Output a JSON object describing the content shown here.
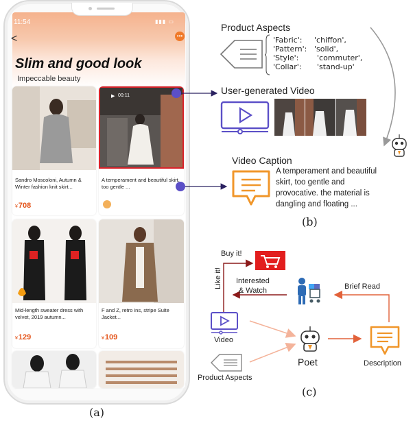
{
  "phone": {
    "status_time": "11:54",
    "title": "Slim and good look",
    "subtitle": "Impeccable beauty",
    "video_badge": "00:11",
    "cards": [
      {
        "caption": "Sandro Moscoloni, Autumn & Winter fashion knit skirt...",
        "price": "708",
        "currency": "¥"
      },
      {
        "caption": "A temperament and beautiful skirt, too gentle ...",
        "price": "",
        "currency": ""
      },
      {
        "caption": "Mid-length sweater dress with velvet, 2019 autumn...",
        "price": "129",
        "currency": "¥"
      },
      {
        "caption": "F and Z, retro ins, stripe Suite Jacket...",
        "price": "109",
        "currency": "¥"
      },
      {
        "caption": "",
        "price": "",
        "currency": ""
      },
      {
        "caption": "",
        "price": "",
        "currency": ""
      }
    ]
  },
  "panel_b": {
    "aspects_title": "Product Aspects",
    "aspects": [
      {
        "key": "'Fabric':",
        "value": "'chiffon',"
      },
      {
        "key": "'Pattern':",
        "value": "'solid',"
      },
      {
        "key": "'Style':",
        "value": "'commuter',"
      },
      {
        "key": "'Collar':",
        "value": "'stand-up'"
      }
    ],
    "video_title": "User-generated Video",
    "caption_title": "Video Caption",
    "caption_text": "A temperament and beautiful skirt, too gentle and provocative. the material is dangling and floating ...",
    "label": "(b)"
  },
  "panel_c": {
    "buy": "Buy it!",
    "like": "Like it!",
    "interested": "Interested\n& Watch",
    "brief_read": "Brief Read",
    "video": "Video",
    "poet": "Poet",
    "description": "Description",
    "product_aspects": "Product Aspects",
    "label": "(c)"
  },
  "panel_a_label": "(a)",
  "colors": {
    "accent_purple": "#5b4fc7",
    "accent_orange": "#f0962a",
    "highlight_red": "#d9232a",
    "price_orange": "#e4541a",
    "arrow_dark_red": "#8b1a1a",
    "arrow_peach": "#f4b39a"
  }
}
